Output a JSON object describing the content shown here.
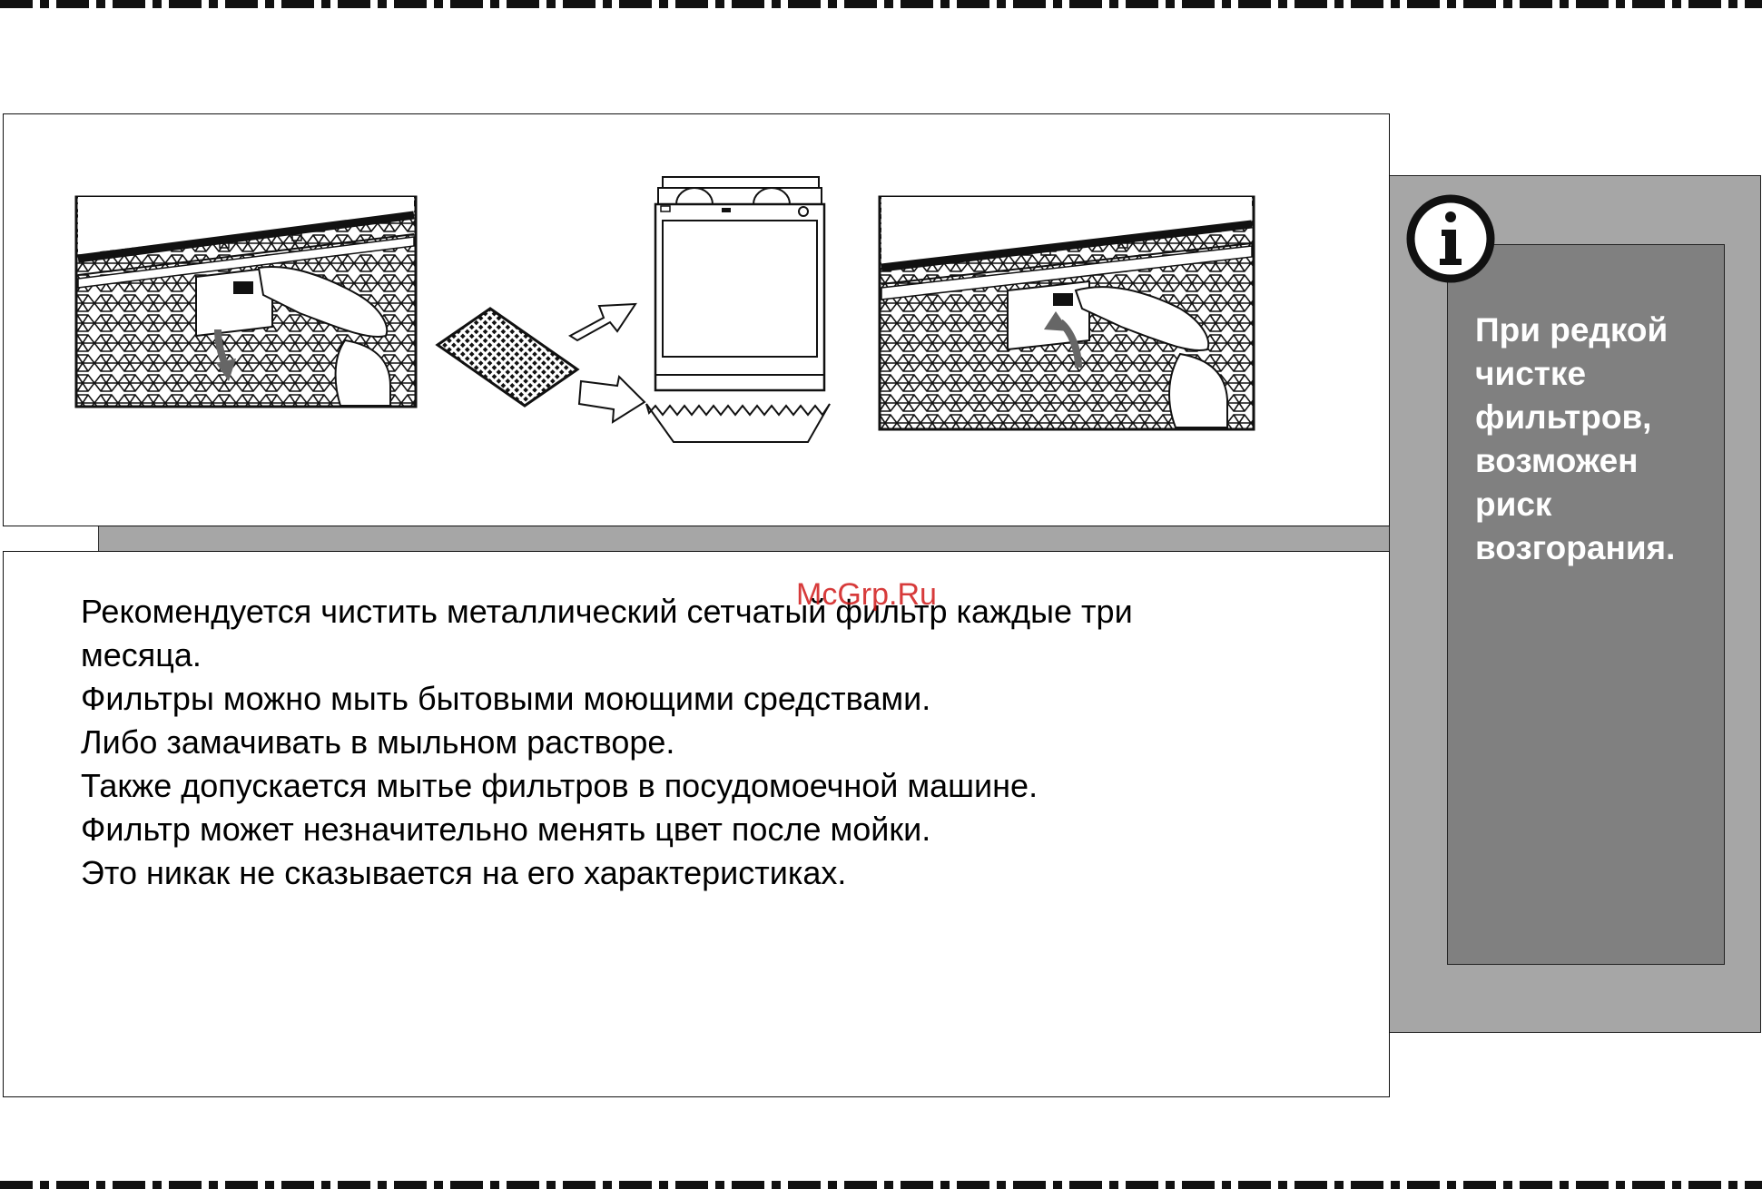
{
  "watermark": "McGrp.Ru",
  "side_note": {
    "icon": "info-icon",
    "lines": [
      "При редкой",
      "чистке",
      "фильтров,",
      "возможен",
      "риск",
      "возгорания."
    ]
  },
  "instructions": [
    "Рекомендуется чистить металлический сетчатый фильтр каждые три",
    "месяца.",
    "Фильтры можно мыть бытовыми моющими средствами.",
    "Либо замачивать в мыльном растворе.",
    "Также допускается мытье фильтров в посудомоечной машине.",
    "Фильтр может незначительно менять цвет после мойки.",
    "Это никак не сказывается на его характеристиках."
  ],
  "colors": {
    "panel_gray": "#a6a6a6",
    "panel_dark": "#808080",
    "watermark": "#d11a1a"
  }
}
